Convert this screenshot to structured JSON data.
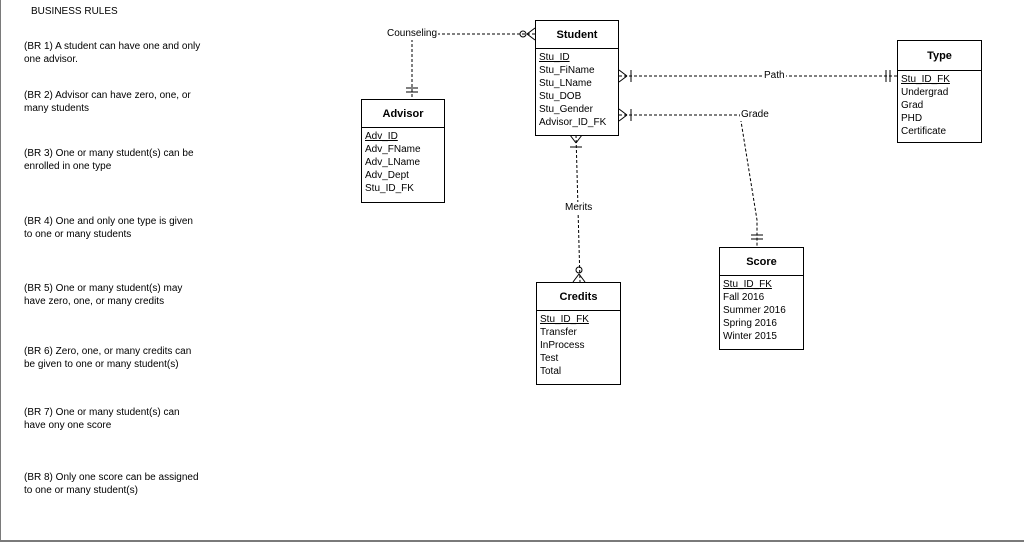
{
  "business_rules": {
    "heading": "BUSINESS RULES",
    "rules": [
      "(BR 1) A student can have one and only one advisor.",
      "(BR 2) Advisor can have zero, one, or many students",
      "(BR 3)  One or many student(s) can be enrolled in one type",
      "(BR 4) One and only one type is given to one or many students",
      "(BR 5)  One or many student(s) may have zero, one, or many credits",
      "(BR 6)  Zero, one, or many credits can be given to one or many student(s)",
      "(BR 7) One or many student(s) can have ony one score",
      "(BR 8) Only one score can be assigned to one or many student(s)"
    ]
  },
  "entities": {
    "student": {
      "title": "Student",
      "attributes": [
        "Stu_ID",
        "Stu_FiName",
        "Stu_LName",
        "Stu_DOB",
        "Stu_Gender",
        "Advisor_ID_FK"
      ]
    },
    "advisor": {
      "title": "Advisor",
      "attributes": [
        "Adv_ID",
        "Adv_FName",
        "Adv_LName",
        "Adv_Dept",
        "Stu_ID_FK"
      ]
    },
    "type": {
      "title": "Type",
      "attributes": [
        "Stu_ID_FK",
        "Undergrad",
        "Grad",
        "PHD",
        "Certificate"
      ]
    },
    "credits": {
      "title": "Credits",
      "attributes": [
        "Stu_ID_FK",
        "Transfer",
        "InProcess",
        "Test",
        "Total"
      ]
    },
    "score": {
      "title": "Score",
      "attributes": [
        "Stu_ID_FK",
        "Fall 2016",
        "Summer 2016",
        "Spring 2016",
        "Winter 2015"
      ]
    }
  },
  "relationships": {
    "counseling": "Counseling",
    "path": "Path",
    "grade": "Grade",
    "merits": "Merits"
  }
}
